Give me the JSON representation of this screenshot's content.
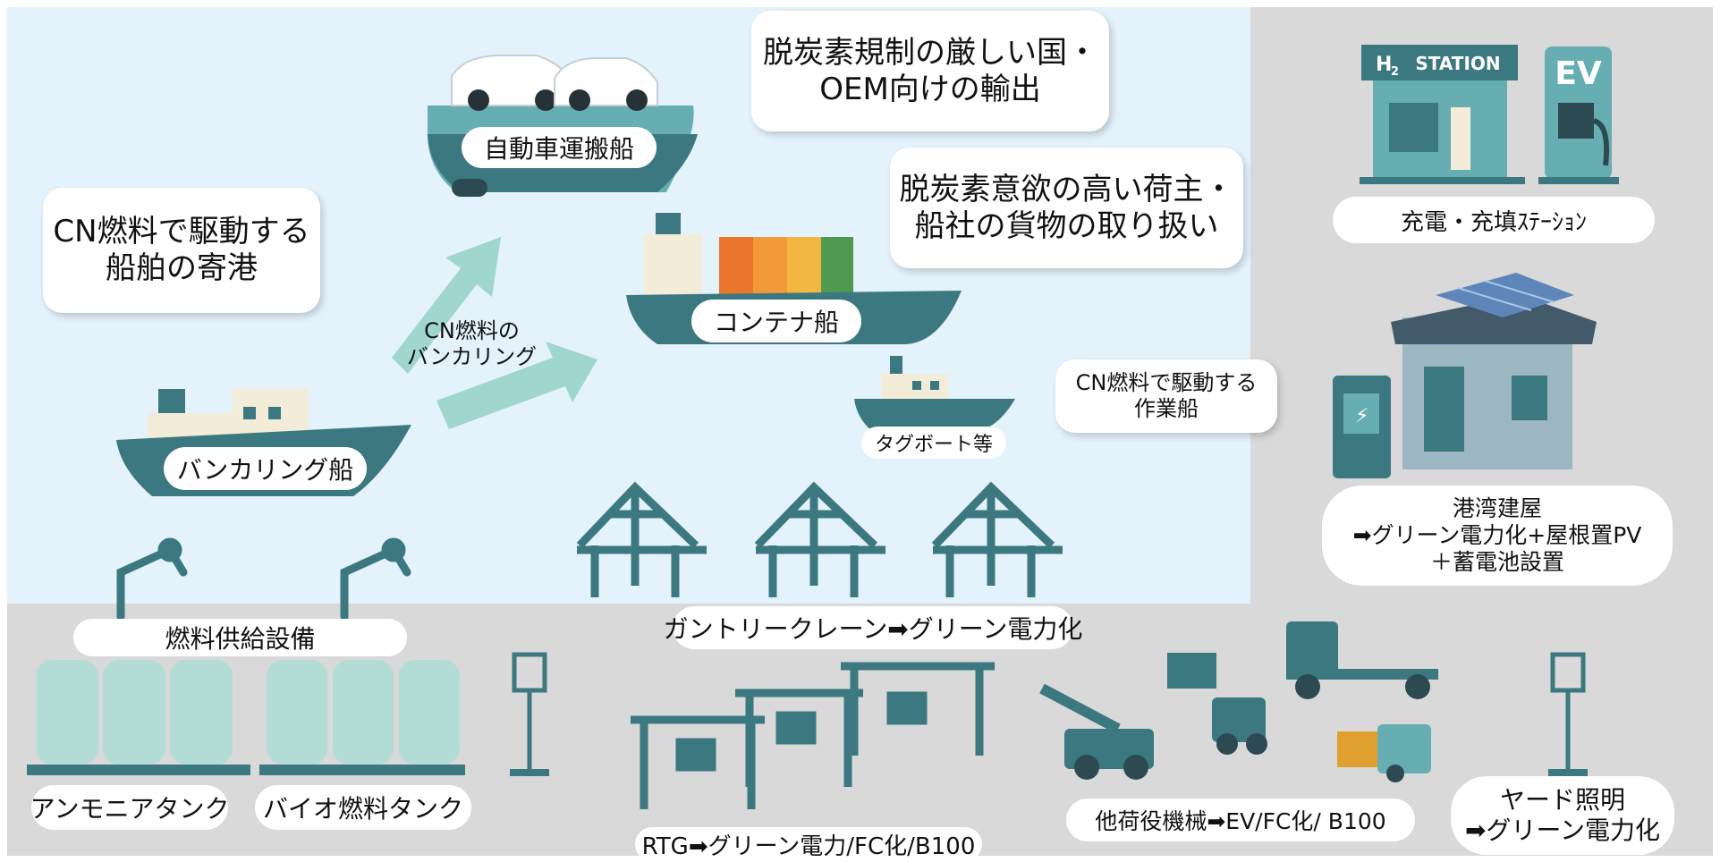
{
  "ships": {
    "car_carrier": "自動車運搬船",
    "container": "コンテナ船",
    "bunkering": "バンカリング船",
    "tugboat": "タグボート等"
  },
  "bubbles": {
    "car_carrier": [
      "脱炭素規制の厳しい国・",
      "OEM向けの輸出"
    ],
    "container": [
      "脱炭素意欲の高い荷主・",
      "船社の貨物の取り扱い"
    ],
    "bunkering": [
      "CN燃料で駆動する",
      "船舶の寄港"
    ],
    "tugboat": [
      "CN燃料で駆動する",
      "作業船"
    ]
  },
  "arrow_label": [
    "CN燃料の",
    "バンカリング"
  ],
  "station": {
    "h2_sign": "STATION",
    "ev_sign": "EV",
    "label": "充電・充填ｽﾃｰｼｮﾝ"
  },
  "building": [
    "港湾建屋",
    "➡グリーン電力化+屋根置PV",
    "＋蓄電池設置"
  ],
  "fuel_supply": "燃料供給設備",
  "tanks": {
    "ammonia": "アンモニアタンク",
    "biofuel": "バイオ燃料タンク"
  },
  "gantry": "ガントリークレーン➡グリーン電力化",
  "rtg": "RTG➡グリーン電力/FC化/B100",
  "other_equipment": "他荷役機械➡EV/FC化/ B100",
  "yard_light": [
    "ヤード照明",
    "➡グリーン電力化"
  ],
  "colors": {
    "sea": "#e4f2fc",
    "land": "#d9d9d9",
    "ship_hull": "#3b7880",
    "ship_light": "#66aeb2",
    "arrow": "#9fd7cf",
    "tank": "#b2dcd4",
    "building_roof": "#425a6a"
  }
}
